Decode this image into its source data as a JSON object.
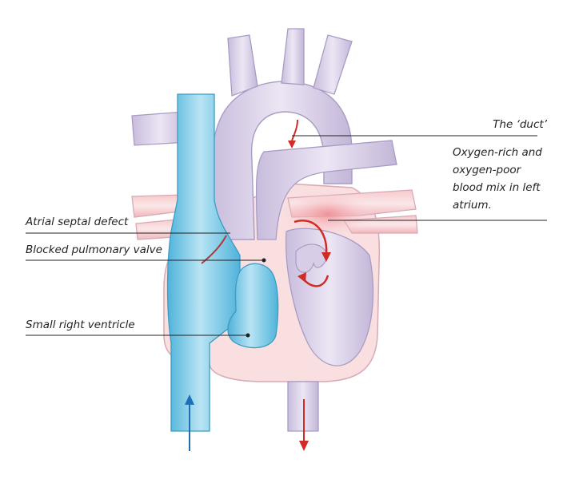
{
  "labels": {
    "duct": "The ‘duct’",
    "mix_line1": "Oxygen-rich and",
    "mix_line2": "oxygen-poor",
    "mix_line3": "blood mix in left",
    "mix_line4": "atrium.",
    "asd": "Atrial septal defect",
    "pulmonary": "Blocked pulmonary valve",
    "ventricle": "Small right ventricle"
  },
  "colors": {
    "deoxygenated": "#7fcbe6",
    "oxygenated_mix": "#d7cde6",
    "heart_wall": "#f9dfe0",
    "outline": "#d9a9b4",
    "flow_red": "#d22b26",
    "flow_blue": "#1f6fb6",
    "leader_line": "#231f20"
  }
}
